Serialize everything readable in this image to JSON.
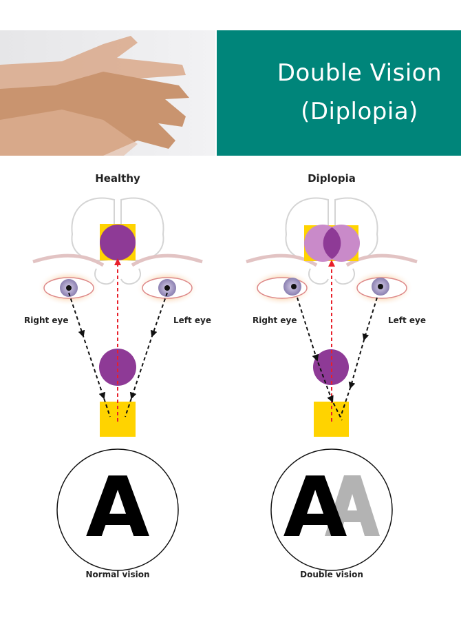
{
  "header": {
    "title_line1": "Double Vision",
    "title_line2": "(Diplopia)",
    "banner_color": "#00857a"
  },
  "healthy": {
    "title": "Healthy",
    "right_eye": "Right eye",
    "left_eye": "Left eye",
    "letter": "A",
    "caption": "Normal vision"
  },
  "diplopia": {
    "title": "Diplopia",
    "right_eye": "Right eye",
    "left_eye": "Left eye",
    "letter": "A",
    "caption": "Double vision"
  },
  "colors": {
    "purple": "#8e3a96",
    "light_purple": "#c98ac9",
    "yellow": "#ffd300",
    "red": "#e8202a"
  }
}
